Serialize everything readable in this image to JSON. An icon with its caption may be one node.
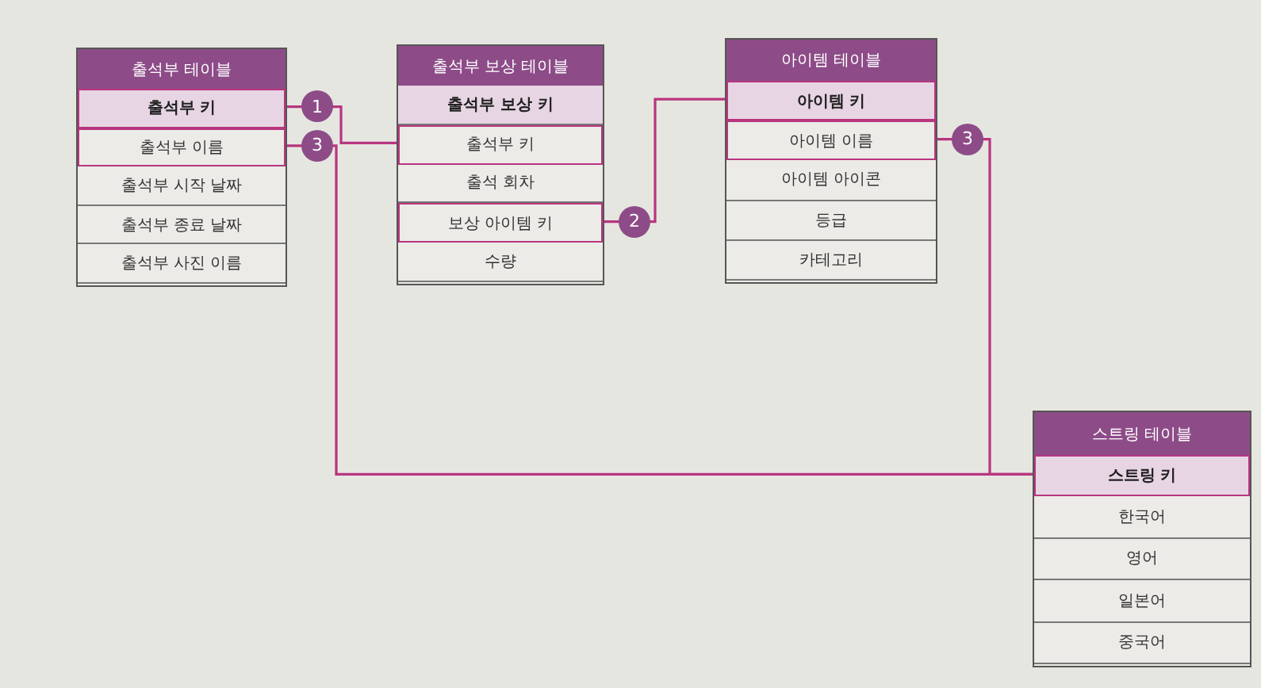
{
  "diagram": {
    "nodes": [
      {
        "text": [
          "출석부 테이블"
        ]
      },
      {
        "text": [
          "출석부 키"
        ],
        "in": 0
      },
      {
        "text": [
          "출석부 이름"
        ],
        "in": 0
      },
      {
        "text": [
          "출석부 시작 날짜"
        ],
        "in": 0
      },
      {
        "text": [
          "출석부 종료 날짜"
        ],
        "in": 0
      },
      {
        "text": [
          "출석부 사진 이름"
        ],
        "in": 0
      },
      {
        "text": [
          "출석부 보상 테이블"
        ]
      },
      {
        "text": [
          "출석부 보상 키"
        ],
        "in": 6
      },
      {
        "text": [
          "출석부 키"
        ],
        "in": 6
      },
      {
        "text": [
          "출석 회차"
        ],
        "in": 6
      },
      {
        "text": [
          "보상 아이템 키"
        ],
        "in": 6
      },
      {
        "text": [
          "수량"
        ],
        "in": 6
      },
      {
        "text": [
          "아이템 테이블"
        ]
      },
      {
        "text": [
          "아이템 키"
        ],
        "in": 12
      },
      {
        "text": [
          "아이템 이름"
        ],
        "in": 12
      },
      {
        "text": [
          "아이템 아이콘"
        ],
        "in": 12
      },
      {
        "text": [
          "등급"
        ],
        "in": 12
      },
      {
        "text": [
          "카테고리"
        ],
        "in": 12
      },
      {
        "text": [
          "스트링 테이블"
        ]
      },
      {
        "text": [
          "스트링 키"
        ],
        "in": 18
      },
      {
        "text": [
          "한국어"
        ],
        "in": 18
      },
      {
        "text": [
          "영어"
        ],
        "in": 18
      },
      {
        "text": [
          "일본어"
        ],
        "in": 18
      },
      {
        "text": [
          "중국어"
        ],
        "in": 18
      }
    ],
    "edges": [
      {
        "from": 1,
        "to": 8,
        "arrow": "none",
        "label": "1"
      },
      {
        "from": 10,
        "to": 13,
        "arrow": "none",
        "label": "2"
      },
      {
        "from": 2,
        "to": 19,
        "arrow": "none",
        "label": "3"
      },
      {
        "from": 14,
        "to": 19,
        "arrow": "none",
        "label": "3"
      }
    ]
  }
}
